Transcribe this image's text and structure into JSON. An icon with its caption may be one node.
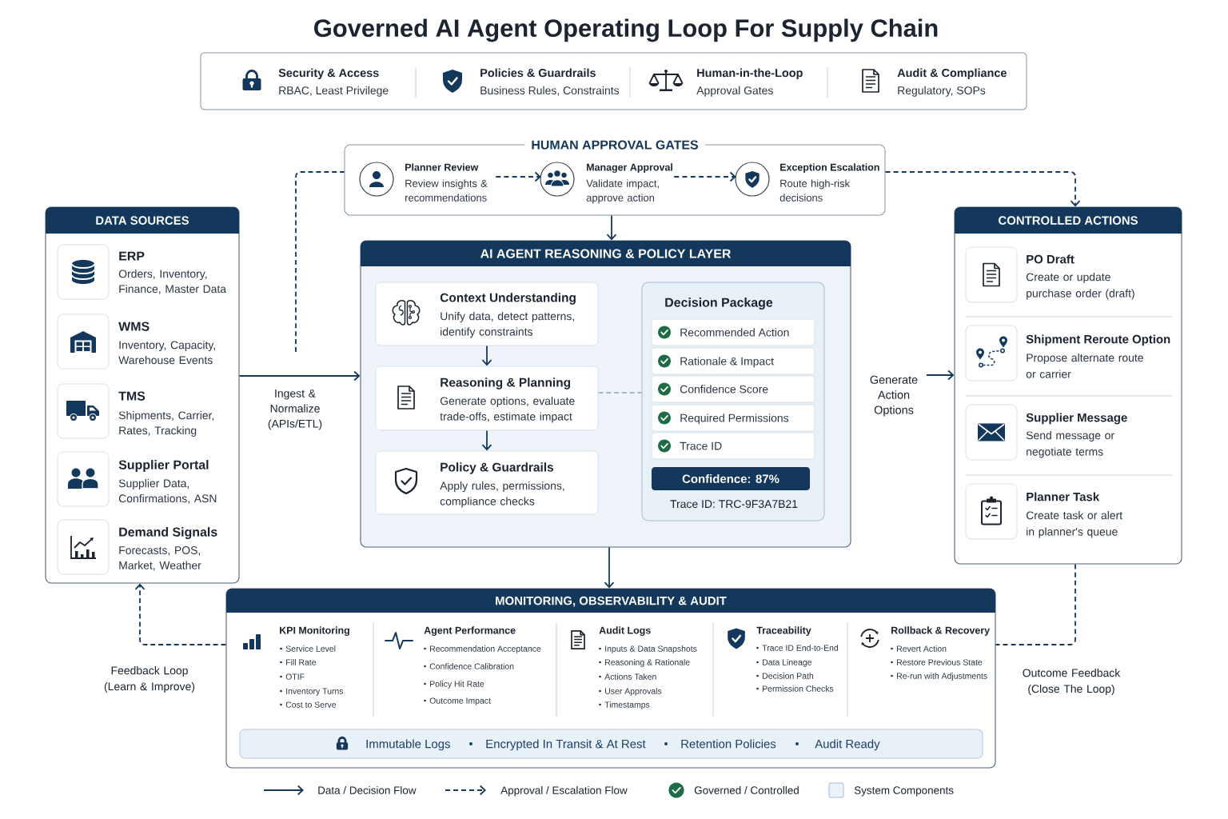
{
  "diagram": {
    "title": "Governed AI Agent Operating Loop For Supply Chain",
    "nodes": [
      {
        "text": [],
        "shape": "box"
      },
      {
        "text": [
          "Security & Access",
          "RBAC, Least Privilege"
        ],
        "in": 0
      },
      {
        "text": [
          "Policies & Guardrails",
          "Business Rules, Constraints"
        ],
        "in": 0
      },
      {
        "text": [
          "Human-in-the-Loop",
          "Approval Gates"
        ],
        "in": 0
      },
      {
        "text": [
          "Audit & Compliance",
          "Regulatory, SOPs"
        ],
        "in": 0
      },
      {
        "text": [
          "HUMAN APPROVAL GATES"
        ]
      },
      {
        "text": [
          "Planner Review",
          "Review insights & recommendations"
        ],
        "in": 5
      },
      {
        "text": [
          "Manager Approval",
          "Validate impact, approve action"
        ],
        "in": 5
      },
      {
        "text": [
          "Exception Escalation",
          "Route high-risk decisions"
        ],
        "in": 5
      },
      {
        "text": [
          "DATA SOURCES"
        ]
      },
      {
        "text": [
          "ERP",
          "Orders, Inventory, Finance, Master Data"
        ],
        "in": 9
      },
      {
        "text": [
          "WMS",
          "Inventory, Capacity, Warehouse Events"
        ],
        "in": 9
      },
      {
        "text": [
          "TMS",
          "Shipments, Carrier, Rates, Tracking"
        ],
        "in": 9
      },
      {
        "text": [
          "Supplier Portal",
          "Supplier Data, Confirmations, ASN"
        ],
        "in": 9
      },
      {
        "text": [
          "Demand Signals",
          "Forecasts, POS, Market, Weather"
        ],
        "in": 9
      },
      {
        "text": [
          "AI AGENT REASONING & POLICY LAYER"
        ]
      },
      {
        "text": [
          "Context Understanding",
          "Unify data, detect patterns, identify constraints"
        ],
        "in": 15
      },
      {
        "text": [
          "Reasoning & Planning",
          "Generate options, evaluate trade-offs, estimate impact"
        ],
        "in": 15
      },
      {
        "text": [
          "Policy & Guardrails",
          "Apply rules, permissions, compliance checks"
        ],
        "in": 15
      },
      {
        "text": [
          "Decision Package",
          "Trace ID: TRC-9F3A7B21"
        ],
        "in": 15
      },
      {
        "text": [
          "Recommended Action"
        ],
        "in": 19
      },
      {
        "text": [
          "Rationale & Impact"
        ],
        "in": 19
      },
      {
        "text": [
          "Confidence Score"
        ],
        "in": 19
      },
      {
        "text": [
          "Required Permissions"
        ],
        "in": 19
      },
      {
        "text": [
          "Trace ID"
        ],
        "in": 19
      },
      {
        "text": [
          "Confidence: 87%"
        ],
        "in": 19
      },
      {
        "text": [
          "Generate Action Options"
        ]
      },
      {
        "text": [
          "CONTROLLED ACTIONS"
        ]
      },
      {
        "text": [
          "PO Draft",
          "Create or update purchase order (draft)"
        ],
        "in": 27
      },
      {
        "text": [
          "Shipment Reroute Option",
          "Propose alternate route or carrier"
        ],
        "in": 27
      },
      {
        "text": [
          "Supplier Message",
          "Send message or negotiate terms"
        ],
        "in": 27
      },
      {
        "text": [
          "Planner Task",
          "Create task or alert in planner's queue"
        ],
        "in": 27
      },
      {
        "text": [
          "MONITORING, OBSERVABILITY & AUDIT"
        ]
      },
      {
        "text": [
          "KPI Monitoring",
          "Service Level",
          "Fill Rate",
          "OTIF",
          "Inventory Turns",
          "Cost to Serve"
        ],
        "in": 32
      },
      {
        "text": [
          "Agent Performance",
          "Recommendation Acceptance",
          "Confidence Calibration",
          "Policy Hit Rate",
          "Outcome Impact"
        ],
        "in": 32
      },
      {
        "text": [
          "Audit Logs",
          "Inputs & Data Snapshots",
          "Reasoning & Rationale",
          "Actions Taken",
          "User Approvals",
          "Timestamps"
        ],
        "in": 32
      },
      {
        "text": [
          "Traceability",
          "Trace ID End-to-End",
          "Data Lineage",
          "Decision Path",
          "Permission Checks"
        ],
        "in": 32
      },
      {
        "text": [
          "Rollback & Recovery",
          "Revert Action",
          "Restore Previous State",
          "Re-run with Adjustments"
        ],
        "in": 32
      },
      {
        "text": [
          "Immutable Logs",
          "Encrypted In Transit & At Rest",
          "Retention Policies",
          "Audit Ready"
        ],
        "in": 32
      }
    ],
    "edges": [
      {
        "from": 6,
        "to": 7,
        "arrow": "to",
        "style": "dashed"
      },
      {
        "from": 7,
        "to": 8,
        "arrow": "to",
        "style": "dashed"
      },
      {
        "from": null,
        "to": 5,
        "arrow": "none",
        "style": "dashed"
      },
      {
        "from": 5,
        "to": 27,
        "arrow": "to",
        "style": "dashed"
      },
      {
        "from": 5,
        "to": 15,
        "arrow": "to"
      },
      {
        "from": 9,
        "to": 15,
        "arrow": "to",
        "label": "Ingest & Normalize (APIs/ETL)"
      },
      {
        "from": 16,
        "to": 17,
        "arrow": "to"
      },
      {
        "from": 17,
        "to": 18,
        "arrow": "to"
      },
      {
        "from": 17,
        "to": 19,
        "arrow": "none",
        "style": "dashed",
        "color": "#a9b6c4"
      },
      {
        "from": 26,
        "to": 27,
        "arrow": "to"
      },
      {
        "from": 15,
        "to": 32,
        "arrow": "to"
      },
      {
        "from": 32,
        "to": 9,
        "arrow": "to",
        "style": "dashed",
        "label": "Feedback Loop (Learn & Improve)"
      },
      {
        "from": 27,
        "to": 32,
        "arrow": "none",
        "style": "dashed",
        "label": "Outcome Feedback (Close The Loop)"
      }
    ],
    "legend": [
      {
        "text": "Data / Decision Flow"
      },
      {
        "text": "Approval / Escalation Flow"
      },
      {
        "text": "Governed / Controlled"
      },
      {
        "text": "System Components",
        "color": "#e9f1f9"
      }
    ]
  }
}
